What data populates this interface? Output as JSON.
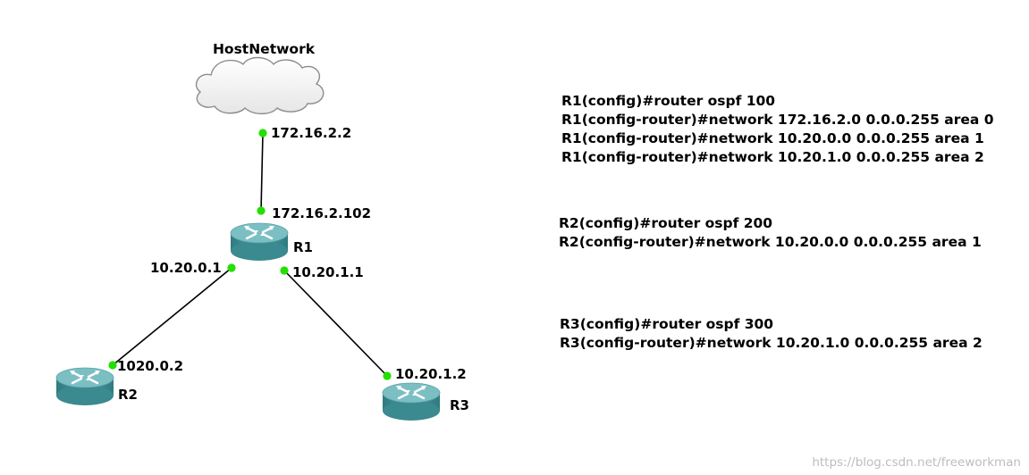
{
  "topology": {
    "cloud": {
      "label": "HostNetwork"
    },
    "routers": [
      {
        "id": "R1",
        "label": "R1"
      },
      {
        "id": "R2",
        "label": "R2"
      },
      {
        "id": "R3",
        "label": "R3"
      }
    ],
    "interfaces": [
      {
        "id": "cloud-r1-a",
        "label": "172.16.2.2"
      },
      {
        "id": "cloud-r1-b",
        "label": "172.16.2.102"
      },
      {
        "id": "r1-r2-a",
        "label": "10.20.0.1"
      },
      {
        "id": "r1-r2-b",
        "label": "1020.0.2"
      },
      {
        "id": "r1-r3-a",
        "label": "10.20.1.1"
      },
      {
        "id": "r1-r3-b",
        "label": "10.20.1.2"
      }
    ],
    "link_color": "#000000",
    "port_color": "#22e000",
    "router_color": "#3d9297"
  },
  "config": {
    "r1": [
      "R1(config)#router ospf 100",
      "R1(config-router)#network 172.16.2.0 0.0.0.255 area 0",
      "R1(config-router)#network 10.20.0.0 0.0.0.255 area 1",
      "R1(config-router)#network 10.20.1.0 0.0.0.255 area 2"
    ],
    "r2": [
      "R2(config)#router ospf 200",
      "R2(config-router)#network 10.20.0.0 0.0.0.255 area 1"
    ],
    "r3": [
      "R3(config)#router ospf 300",
      "R3(config-router)#network 10.20.1.0 0.0.0.255 area 2"
    ]
  },
  "watermark": "https://blog.csdn.net/freeworkman"
}
